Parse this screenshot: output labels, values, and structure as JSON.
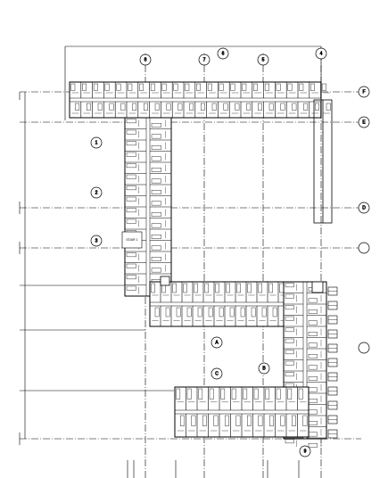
{
  "drawing": {
    "ink_color": "#000000",
    "paper_color": "#ffffff",
    "grid_bubbles_top": [
      "8",
      "7",
      "6",
      "5",
      "4"
    ],
    "grid_bubbles_right": [
      "F",
      "E",
      "D"
    ],
    "grid_bubbles_left": [
      "1",
      "2",
      "3"
    ],
    "interior_bubbles": [
      "A",
      "B",
      "C"
    ],
    "bottom_bubble": "9",
    "stair_tag": "STAIR 1"
  }
}
